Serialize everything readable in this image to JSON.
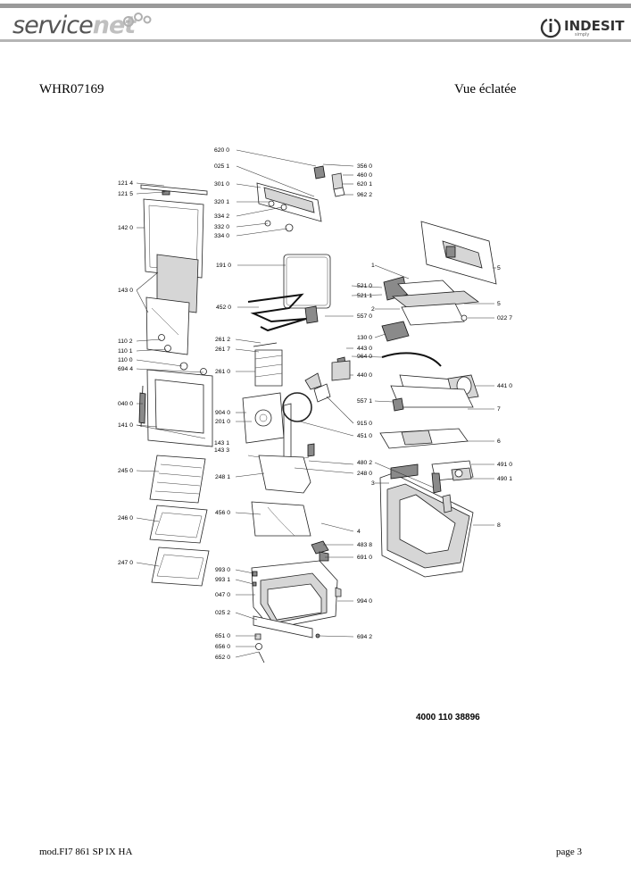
{
  "header": {
    "logo_left_part1": "service",
    "logo_left_part2": "net",
    "logo_right_brand": "INDESIT",
    "logo_right_tagline": "simply"
  },
  "page": {
    "model": "WHR07169",
    "view_title": "Vue éclatée",
    "document_number": "4000 110 38896",
    "footer_model": "mod.FI7 861 SP IX HA",
    "page_number": "page 3"
  },
  "callouts": {
    "c6200": "620 0",
    "c0251": "025 1",
    "c3010": "301 0",
    "c3201": "320 1",
    "c3342": "334 2",
    "c3320": "332 0",
    "c3340": "334 0",
    "c1214": "121 4",
    "c1215": "121 5",
    "c1420": "142 0",
    "c1430": "143 0",
    "c1102": "110 2",
    "c1101": "110 1",
    "c1100": "110 0",
    "c6944": "694 4",
    "c0400": "040 0",
    "c1410": "141 0",
    "c1431": "143 1",
    "c1433": "143 3",
    "c2450": "245 0",
    "c2460": "246 0",
    "c2470": "247 0",
    "c3560": "356 0",
    "c4600": "460 0",
    "c6201": "620 1",
    "c9622": "962 2",
    "c1910": "191 0",
    "c4520": "452 0",
    "c2612": "261 2",
    "c2617": "261 7",
    "c2610": "261 0",
    "c9040": "904 0",
    "c2010": "201 0",
    "c2481": "248 1",
    "c4560": "456 0",
    "c9930": "993 0",
    "c9931": "993 1",
    "c0470": "047 0",
    "c0252": "025 2",
    "c6510": "651 0",
    "c6560": "656 0",
    "c6520": "652 0",
    "c1": "1",
    "c5210": "521 0",
    "c5211": "521 1",
    "c5570": "557 0",
    "c2": "2",
    "c1300": "130 0",
    "c4430": "443 0",
    "c9640": "964 0",
    "c4400": "440 0",
    "c5571": "557 1",
    "c9150": "915 0",
    "c4510": "451 0",
    "c4802": "480 2",
    "c2480": "248 0",
    "c3": "3",
    "c4": "4",
    "c4838": "483 8",
    "c6910": "691 0",
    "c9940": "994 0",
    "c6942": "694 2",
    "c5": "5",
    "c5b": "5",
    "c0227": "022 7",
    "c4410": "441 0",
    "c7": "7",
    "c6": "6",
    "c4910": "491 0",
    "c4901": "490 1",
    "c8": "8"
  }
}
